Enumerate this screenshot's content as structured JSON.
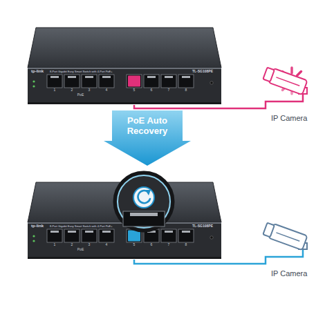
{
  "diagram": {
    "nodes": [
      {
        "text": [
          "tp-link",
          "8-Port Gigabit Easy Smart Switch with 4-Port PoE+",
          "TL-SG108PE"
        ]
      },
      {
        "text": [
          "IP Camera"
        ]
      },
      {
        "text": [
          "PoE Auto Recovery"
        ]
      },
      {
        "text": [
          "tp-link",
          "8-Port Gigabit Easy Smart Switch with 4-Port PoE+",
          "TL-SG108PE"
        ]
      },
      {
        "text": [
          "IP Camera"
        ]
      }
    ],
    "edges": [
      {
        "from": 0,
        "to": 1,
        "arrow": "none"
      },
      {
        "from": 3,
        "to": 4,
        "arrow": "none"
      }
    ],
    "labels": [
      "1",
      "2",
      "3",
      "4",
      "5",
      "6",
      "7",
      "8",
      "PoE",
      "1",
      "2",
      "3",
      "4",
      "5",
      "6",
      "7",
      "8",
      "PoE"
    ]
  }
}
